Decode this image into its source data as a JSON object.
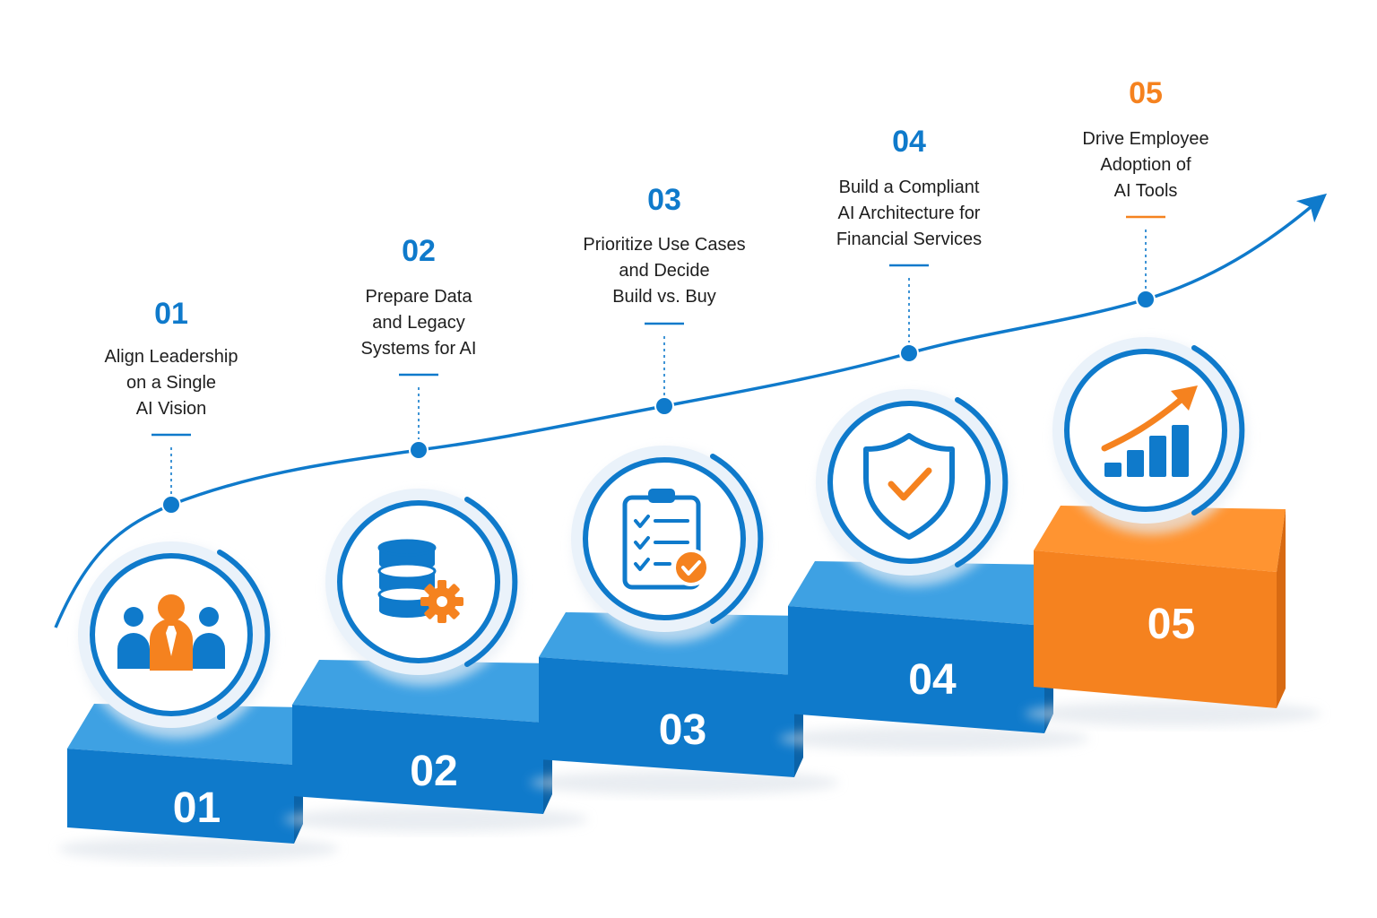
{
  "colors": {
    "blue": "#0F7ACB",
    "blue_dark": "#0B63A8",
    "blue_top": "#3EA1E3",
    "orange": "#F5821F",
    "orange_dark": "#D86A12",
    "text": "#1E1E1E",
    "ring_bg": "#EAF2FA"
  },
  "steps": [
    {
      "number": "01",
      "title_lines": [
        "Align Leadership",
        "on a Single",
        "AI Vision"
      ],
      "block_label": "01",
      "icon": "team-leader-icon",
      "accent": "blue"
    },
    {
      "number": "02",
      "title_lines": [
        "Prepare Data",
        "and Legacy",
        "Systems for AI"
      ],
      "block_label": "02",
      "icon": "database-gear-icon",
      "accent": "blue"
    },
    {
      "number": "03",
      "title_lines": [
        "Prioritize Use Cases",
        "and Decide",
        "Build vs. Buy"
      ],
      "block_label": "03",
      "icon": "clipboard-checklist-icon",
      "accent": "blue"
    },
    {
      "number": "04",
      "title_lines": [
        "Build a Compliant",
        "AI Architecture for",
        "Financial Services"
      ],
      "block_label": "04",
      "icon": "shield-check-icon",
      "accent": "blue"
    },
    {
      "number": "05",
      "title_lines": [
        "Drive Employee",
        "Adoption of",
        "AI Tools"
      ],
      "block_label": "05",
      "icon": "growth-chart-icon",
      "accent": "orange"
    }
  ]
}
